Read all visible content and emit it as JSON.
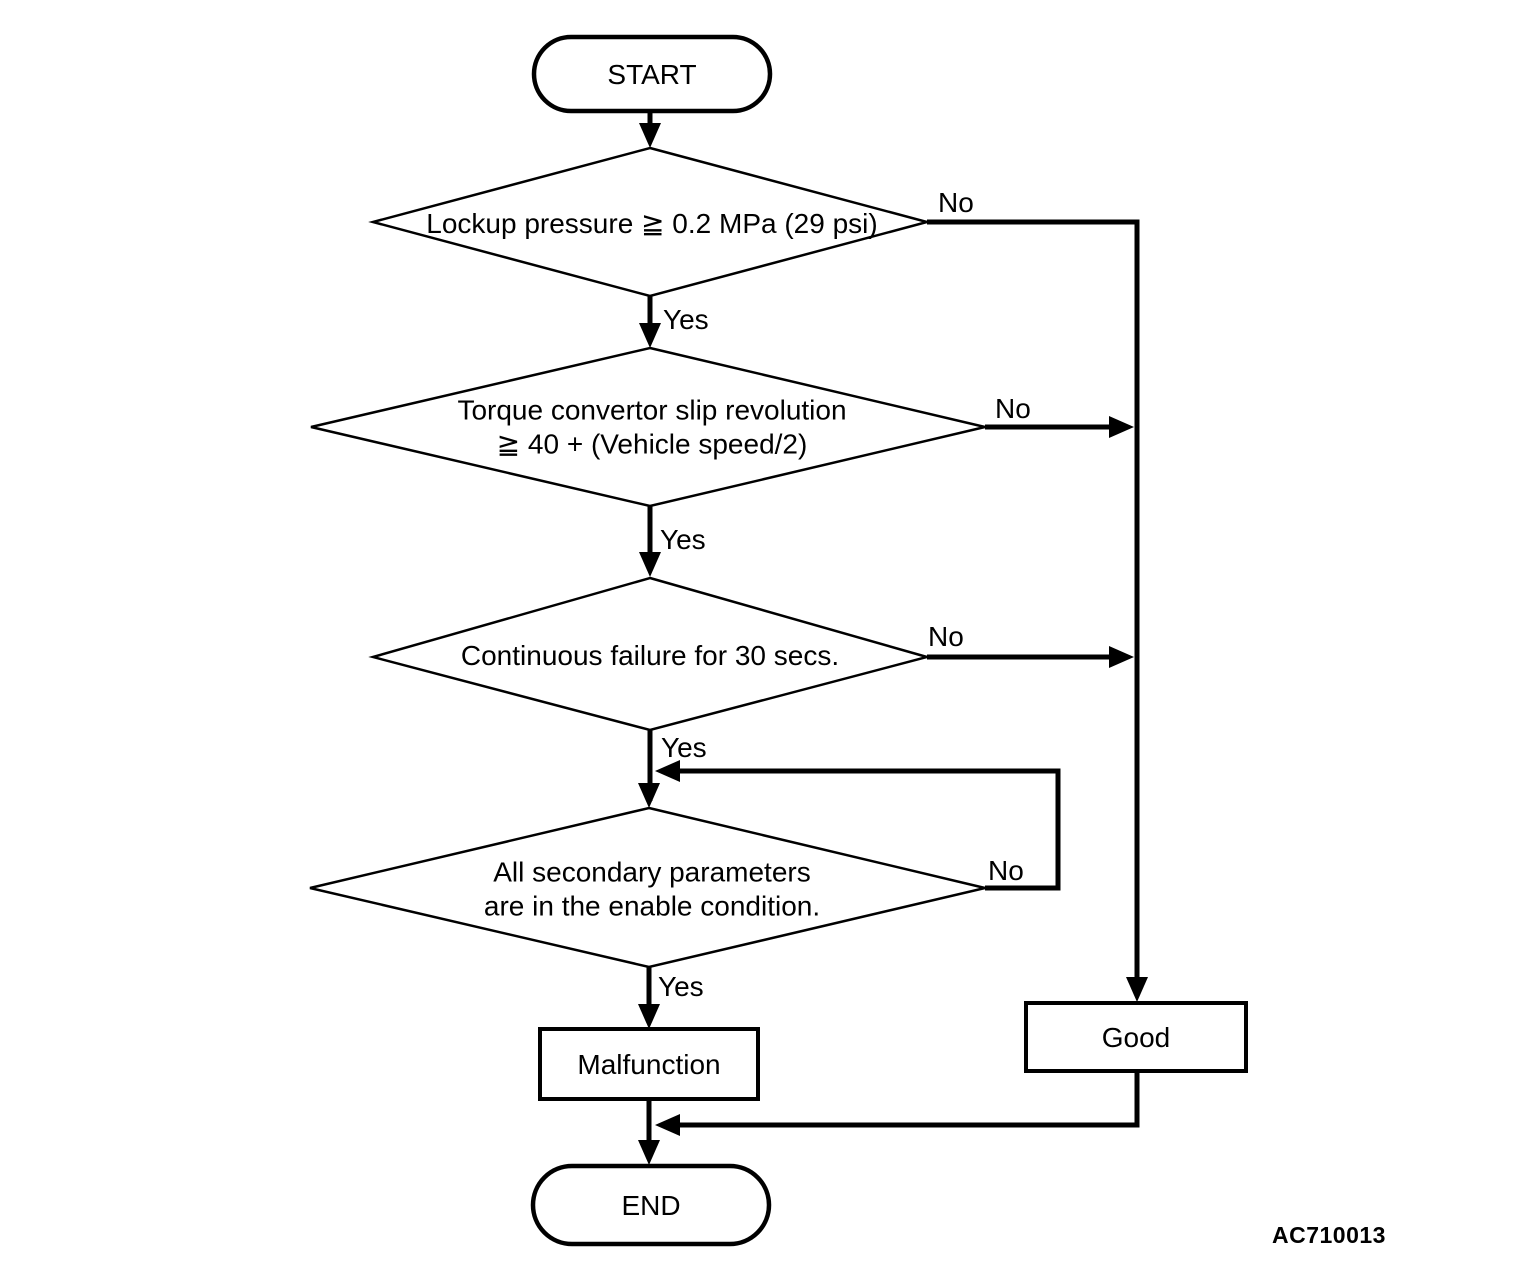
{
  "flow": {
    "start_label": "START",
    "end_label": "END",
    "code": "AC710013",
    "decision1": {
      "text": "Lockup pressure ≧ 0.2 MPa (29 psi)",
      "yes": "Yes",
      "no": "No"
    },
    "decision2": {
      "line1": "Torque convertor slip revolution",
      "line2": "≧ 40 + (Vehicle speed/2)",
      "yes": "Yes",
      "no": "No"
    },
    "decision3": {
      "text": "Continuous failure for 30 secs.",
      "yes": "Yes",
      "no": "No"
    },
    "decision4": {
      "line1": "All secondary parameters",
      "line2": "are in the enable condition.",
      "yes": "Yes",
      "no": "No"
    },
    "result_malfunction": "Malfunction",
    "result_good": "Good",
    "colors": {
      "line": "#000000",
      "background": "#ffffff"
    }
  }
}
